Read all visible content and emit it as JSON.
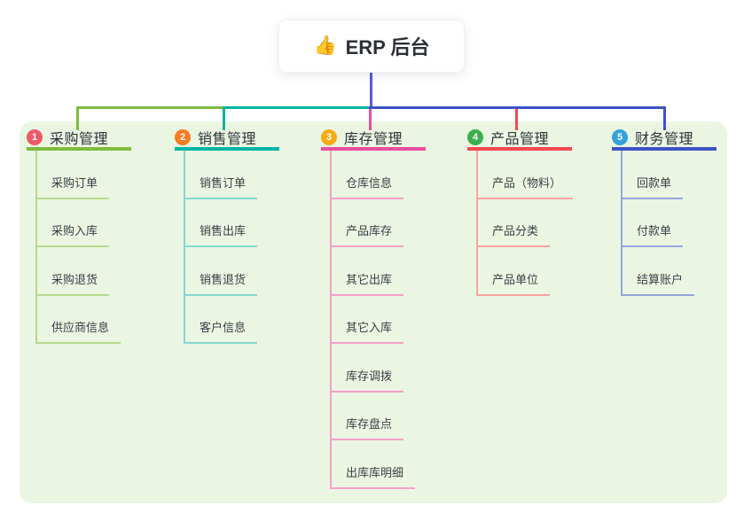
{
  "root": {
    "icon": "👍",
    "label": "ERP 后台"
  },
  "colors": {
    "panel_bg": "#eaf6e2",
    "root_line": "#575cd8",
    "root_text": "#2c3038"
  },
  "branches": [
    {
      "num": "1",
      "label": "采购管理",
      "badge_color": "#ec5a67",
      "line_color": "#7ebc3f",
      "light_color": "#b5da8c",
      "items": [
        "采购订单",
        "采购入库",
        "采购退货",
        "供应商信息"
      ]
    },
    {
      "num": "2",
      "label": "销售管理",
      "badge_color": "#f57b25",
      "line_color": "#00b5a5",
      "light_color": "#85d8cd",
      "items": [
        "销售订单",
        "销售出库",
        "销售退货",
        "客户信息"
      ]
    },
    {
      "num": "3",
      "label": "库存管理",
      "badge_color": "#f9ab13",
      "line_color": "#ee4d9b",
      "light_color": "#f59fc7",
      "items": [
        "仓库信息",
        "产品库存",
        "其它出库",
        "其它入库",
        "库存调拨",
        "库存盘点",
        "出库库明细"
      ]
    },
    {
      "num": "4",
      "label": "产品管理",
      "badge_color": "#3bb14e",
      "line_color": "#f4484e",
      "light_color": "#f9a2a4",
      "items": [
        "产品（物料）",
        "产品分类",
        "产品单位"
      ]
    },
    {
      "num": "5",
      "label": "财务管理",
      "badge_color": "#33a3da",
      "line_color": "#3e53c5",
      "light_color": "#94a5da",
      "items": [
        "回款单",
        "付款单",
        "结算账户"
      ]
    }
  ]
}
